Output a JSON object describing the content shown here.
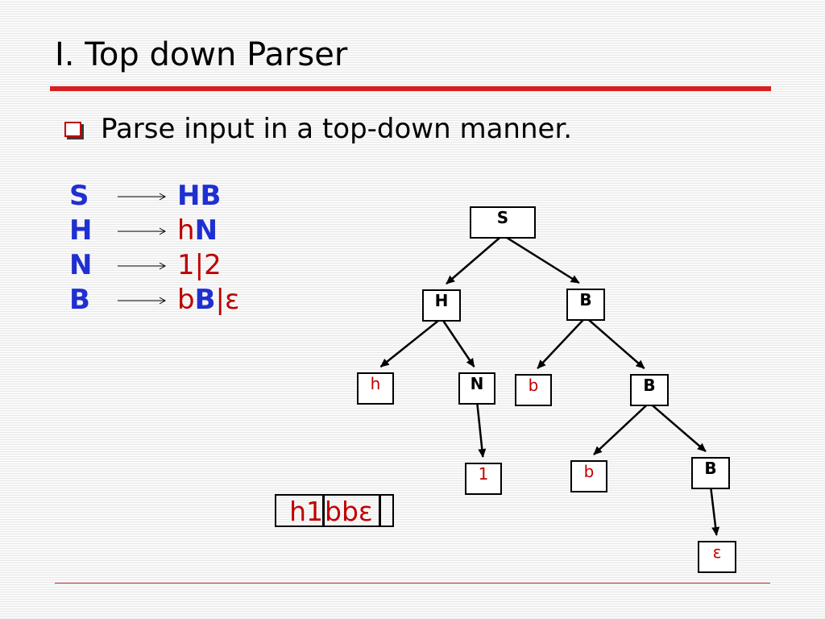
{
  "slide": {
    "title": "I. Top down Parser",
    "bullet": "Parse input in a top-down manner."
  },
  "colors": {
    "accent": "#d71f1f",
    "nonterminal": "#1f2fd1",
    "terminal": "#c00000"
  },
  "grammar": [
    {
      "lhs": "S",
      "rhs": [
        {
          "text": "HB",
          "kind": "nt"
        }
      ]
    },
    {
      "lhs": "H",
      "rhs": [
        {
          "text": "h",
          "kind": "t"
        },
        {
          "text": "N",
          "kind": "nt"
        }
      ]
    },
    {
      "lhs": "N",
      "rhs": [
        {
          "text": "1|2",
          "kind": "t"
        }
      ]
    },
    {
      "lhs": "B",
      "rhs": [
        {
          "text": "b",
          "kind": "t"
        },
        {
          "text": "B",
          "kind": "nt"
        },
        {
          "text": "|ε",
          "kind": "t"
        }
      ]
    }
  ],
  "parse_tree": {
    "nodes": [
      {
        "id": "S",
        "label": "S",
        "kind": "nonterminal"
      },
      {
        "id": "H",
        "label": "H",
        "kind": "nonterminal"
      },
      {
        "id": "B1",
        "label": "B",
        "kind": "nonterminal"
      },
      {
        "id": "h",
        "label": "h",
        "kind": "terminal"
      },
      {
        "id": "N",
        "label": "N",
        "kind": "nonterminal"
      },
      {
        "id": "b1",
        "label": "b",
        "kind": "terminal"
      },
      {
        "id": "B2",
        "label": "B",
        "kind": "nonterminal"
      },
      {
        "id": "one",
        "label": "1",
        "kind": "terminal"
      },
      {
        "id": "b2",
        "label": "b",
        "kind": "terminal"
      },
      {
        "id": "B3",
        "label": "B",
        "kind": "nonterminal"
      },
      {
        "id": "eps",
        "label": "ε",
        "kind": "terminal"
      }
    ],
    "edges": [
      [
        "S",
        "H"
      ],
      [
        "S",
        "B1"
      ],
      [
        "H",
        "h"
      ],
      [
        "H",
        "N"
      ],
      [
        "B1",
        "b1"
      ],
      [
        "B1",
        "B2"
      ],
      [
        "N",
        "one"
      ],
      [
        "B2",
        "b2"
      ],
      [
        "B2",
        "B3"
      ],
      [
        "B3",
        "eps"
      ]
    ]
  },
  "input": {
    "consumed": "h1",
    "remaining": "bbε"
  }
}
